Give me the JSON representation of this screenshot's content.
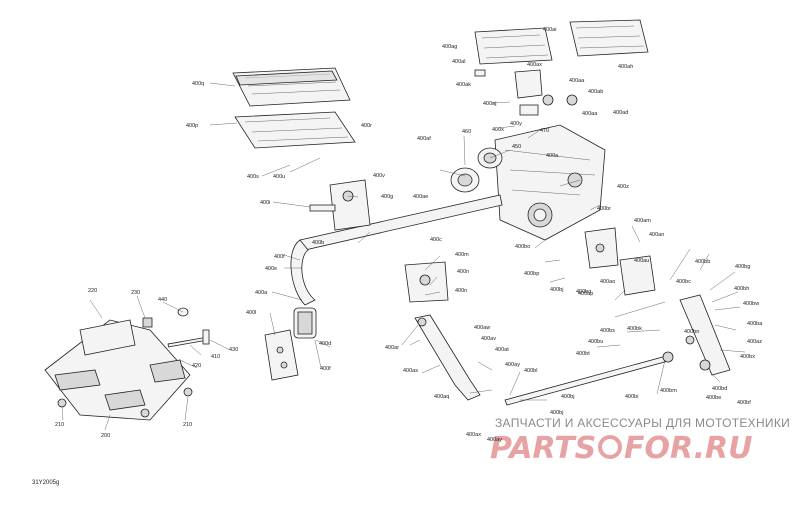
{
  "diagram": {
    "code": "31Y2005g",
    "watermark": {
      "line1": "ЗАПЧАСТИ И АКСЕССУАРЫ ДЛЯ МОТОТЕХНИКИ",
      "logo_left": "PARTS",
      "logo_right": "FOR.RU"
    },
    "labels": [
      "400ai",
      "400ag",
      "400ah",
      "400al",
      "400ax",
      "400ak",
      "400aa",
      "400ab",
      "400aj",
      "400aa",
      "400ad",
      "400q",
      "400p",
      "400r",
      "400s",
      "400u",
      "400v",
      "400i",
      "400g",
      "400ae",
      "400af",
      "460",
      "450",
      "470",
      "400x",
      "400y",
      "400a",
      "400z",
      "400br",
      "400am",
      "400an",
      "400au",
      "400ao",
      "400b",
      "400c",
      "400bo",
      "400bp",
      "400bj",
      "400bq",
      "400bb",
      "400bg",
      "400bh",
      "400bw",
      "400bc",
      "400ba",
      "400az",
      "400bs",
      "400bn",
      "400ap",
      "400bm",
      "400bi",
      "400bt",
      "400bu",
      "400bk",
      "400bx",
      "400bf",
      "400be",
      "400bd",
      "400f",
      "400e",
      "400l",
      "400a",
      "400m",
      "400n",
      "400n",
      "400d",
      "400f",
      "400ar",
      "400as",
      "400aq",
      "400aw",
      "400av",
      "400at",
      "400ay",
      "400bl",
      "400bj",
      "400bj",
      "400ax",
      "400ay",
      "220",
      "230",
      "440",
      "410",
      "420",
      "430",
      "210",
      "200",
      "210"
    ]
  }
}
